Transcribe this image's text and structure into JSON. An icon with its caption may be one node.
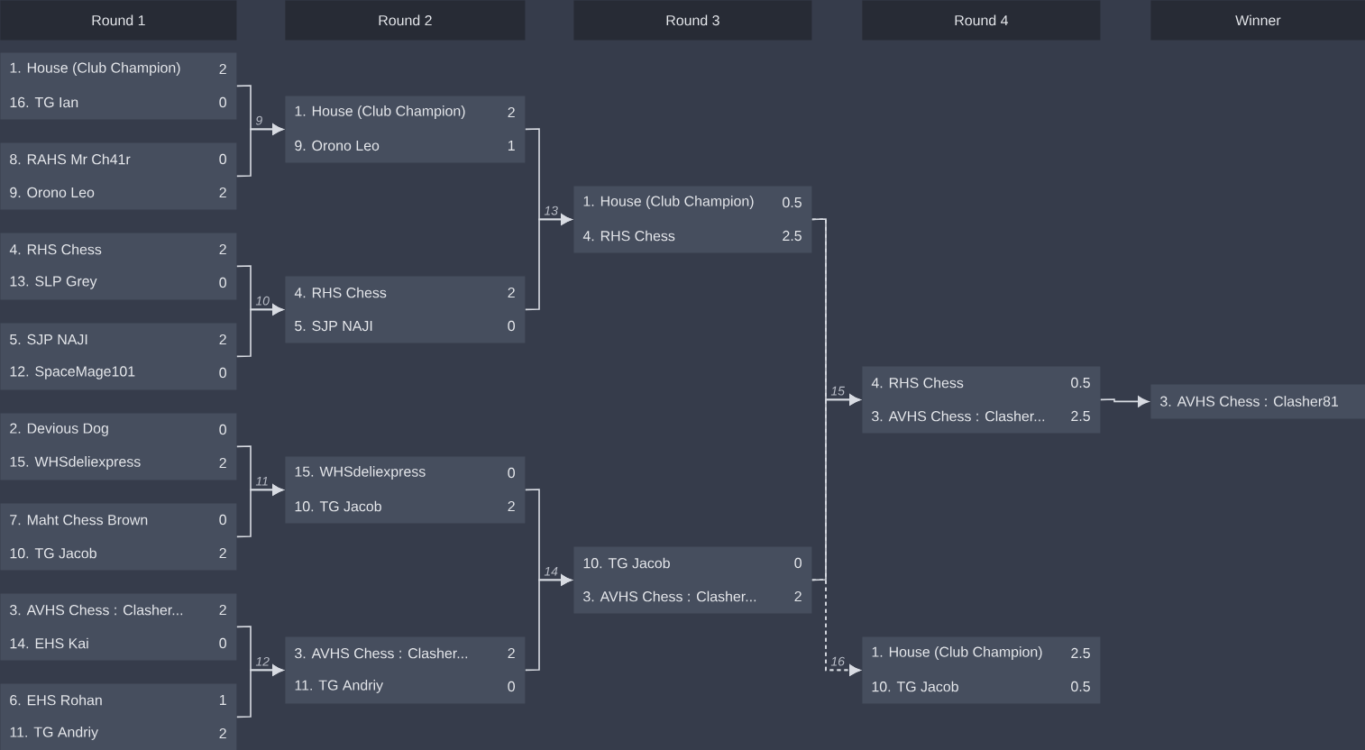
{
  "diagram": {
    "nodes": [
      {
        "text": [
          "Round 1"
        ]
      },
      {
        "text": [
          "Round 2"
        ]
      },
      {
        "text": [
          "Round 3"
        ]
      },
      {
        "text": [
          "Round 4"
        ]
      },
      {
        "text": [
          "Winner"
        ]
      },
      {
        "text": [
          "1. House (Club Champion)",
          "2",
          "16. TG Ian",
          "0"
        ]
      },
      {
        "text": [
          "8. RAHS Mr Ch41r",
          "0",
          "9. Orono Leo",
          "2"
        ]
      },
      {
        "text": [
          "4. RHS Chess",
          "2",
          "13. SLP Grey",
          "0"
        ]
      },
      {
        "text": [
          "5. SJP NAJI",
          "2",
          "12. SpaceMage101",
          "0"
        ]
      },
      {
        "text": [
          "2. Devious Dog",
          "0",
          "15. WHSdeliexpress",
          "2"
        ]
      },
      {
        "text": [
          "7. Maht Chess Brown",
          "0",
          "10. TG Jacob",
          "2"
        ]
      },
      {
        "text": [
          "3. AVHS Chess : Clasher...",
          "2",
          "14. EHS Kai",
          "0"
        ]
      },
      {
        "text": [
          "6. EHS Rohan",
          "1",
          "11. TG Andriy",
          "2"
        ]
      },
      {
        "text": [
          "1. House (Club Champion)",
          "2",
          "9. Orono Leo",
          "1"
        ]
      },
      {
        "text": [
          "4. RHS Chess",
          "2",
          "5. SJP NAJI",
          "0"
        ]
      },
      {
        "text": [
          "15. WHSdeliexpress",
          "0",
          "10. TG Jacob",
          "2"
        ]
      },
      {
        "text": [
          "3. AVHS Chess : Clasher...",
          "2",
          "11. TG Andriy",
          "0"
        ]
      },
      {
        "text": [
          "1. House (Club Champion)",
          "0.5",
          "4. RHS Chess",
          "2.5"
        ]
      },
      {
        "text": [
          "10. TG Jacob",
          "0",
          "3. AVHS Chess : Clasher...",
          "2"
        ]
      },
      {
        "text": [
          "4. RHS Chess",
          "0.5",
          "3. AVHS Chess : Clasher...",
          "2.5"
        ]
      },
      {
        "text": [
          "1. House (Club Champion)",
          "2.5",
          "10. TG Jacob",
          "0.5"
        ]
      },
      {
        "text": [
          "3. AVHS Chess : Clasher81"
        ]
      }
    ],
    "edges": [
      {
        "from": 5,
        "to": 13,
        "arrow": "to",
        "label": "9"
      },
      {
        "from": 6,
        "to": 13,
        "arrow": "to"
      },
      {
        "from": 7,
        "to": 14,
        "arrow": "to",
        "label": "10"
      },
      {
        "from": 8,
        "to": 14,
        "arrow": "to"
      },
      {
        "from": 9,
        "to": 15,
        "arrow": "to",
        "label": "11"
      },
      {
        "from": 10,
        "to": 15,
        "arrow": "to"
      },
      {
        "from": 11,
        "to": 16,
        "arrow": "to",
        "label": "12"
      },
      {
        "from": 12,
        "to": 16,
        "arrow": "to"
      },
      {
        "from": 13,
        "to": 17,
        "arrow": "to",
        "label": "13"
      },
      {
        "from": 14,
        "to": 17,
        "arrow": "to"
      },
      {
        "from": 15,
        "to": 18,
        "arrow": "to",
        "label": "14"
      },
      {
        "from": 16,
        "to": 18,
        "arrow": "to"
      },
      {
        "from": 17,
        "to": 19,
        "arrow": "to",
        "label": "15"
      },
      {
        "from": 18,
        "to": 19,
        "arrow": "to"
      },
      {
        "from": 17,
        "to": 20,
        "arrow": "to",
        "label": "16",
        "style": "dashed"
      },
      {
        "from": 18,
        "to": 20,
        "arrow": "to",
        "style": "dashed"
      },
      {
        "from": 19,
        "to": 21,
        "arrow": "to"
      }
    ]
  }
}
